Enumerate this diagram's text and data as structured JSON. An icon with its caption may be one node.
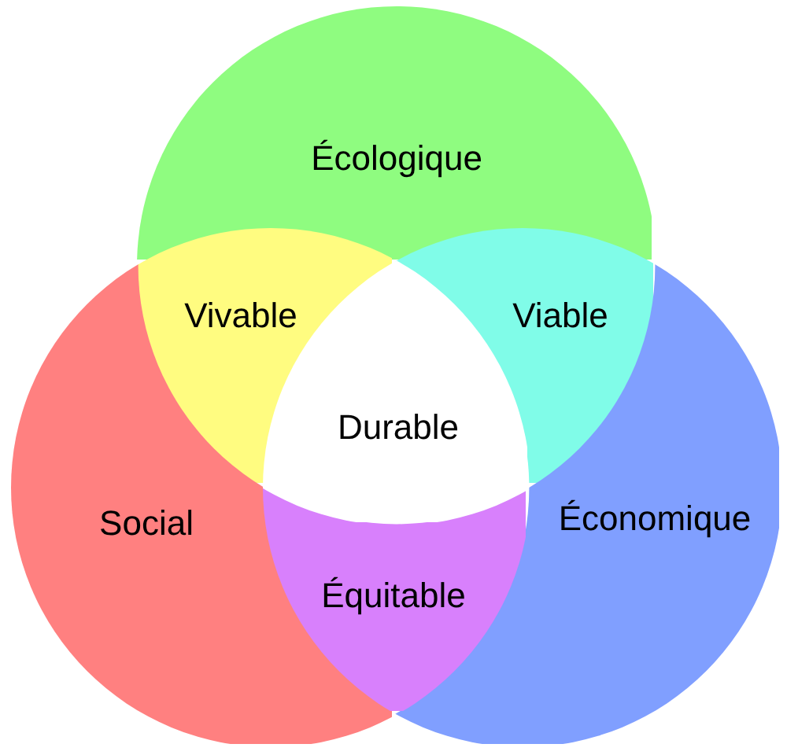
{
  "diagram": {
    "nodes": [
      {
        "text": [
          "Écologique"
        ]
      },
      {
        "text": [
          "Vivable"
        ]
      },
      {
        "text": [
          "Viable"
        ]
      },
      {
        "text": [
          "Durable"
        ]
      },
      {
        "text": [
          "Social"
        ]
      },
      {
        "text": [
          "Économique"
        ]
      },
      {
        "text": [
          "Équitable"
        ]
      }
    ]
  }
}
